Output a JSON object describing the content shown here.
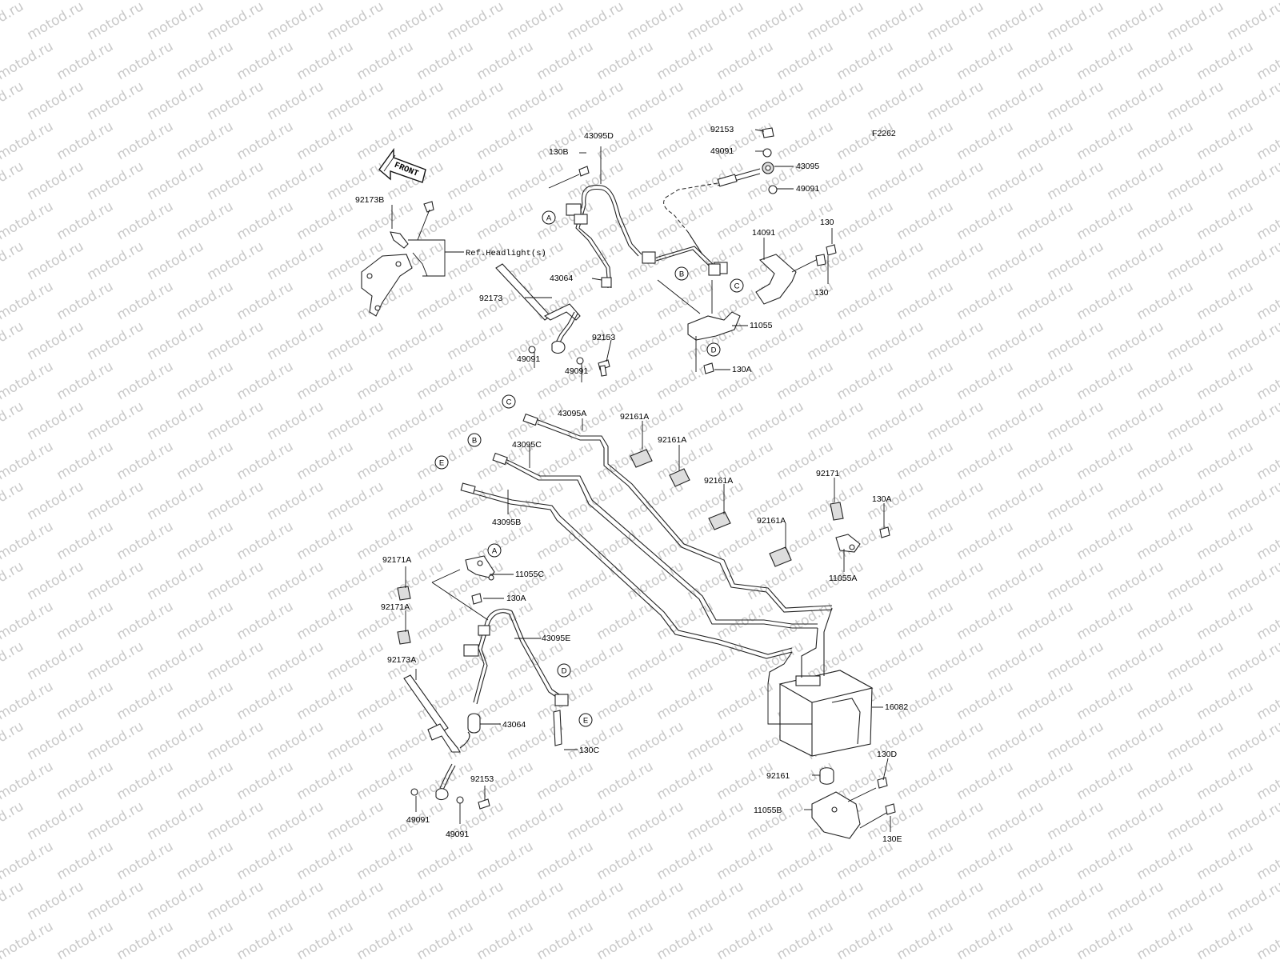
{
  "figure_code": "F2262",
  "front_label": "FRONT",
  "watermark": "motod.ru",
  "ref_note": "Ref.Headlight(s)",
  "callouts": [
    {
      "id": "c1",
      "text": "43095D"
    },
    {
      "id": "c2",
      "text": "130B"
    },
    {
      "id": "c3",
      "text": "92153"
    },
    {
      "id": "c4",
      "text": "49091"
    },
    {
      "id": "c5",
      "text": "43095"
    },
    {
      "id": "c6",
      "text": "49091"
    },
    {
      "id": "c7",
      "text": "92173B"
    },
    {
      "id": "c8",
      "text": "130"
    },
    {
      "id": "c9",
      "text": "14091"
    },
    {
      "id": "c10",
      "text": "130"
    },
    {
      "id": "c11",
      "text": "43064"
    },
    {
      "id": "c12",
      "text": "92173"
    },
    {
      "id": "c13",
      "text": "11055"
    },
    {
      "id": "c14",
      "text": "92153"
    },
    {
      "id": "c15",
      "text": "49091"
    },
    {
      "id": "c16",
      "text": "49091"
    },
    {
      "id": "c17",
      "text": "130A"
    },
    {
      "id": "c18",
      "text": "43095A"
    },
    {
      "id": "c19",
      "text": "92161A"
    },
    {
      "id": "c20",
      "text": "43095C"
    },
    {
      "id": "c21",
      "text": "92161A"
    },
    {
      "id": "c22",
      "text": "92161A"
    },
    {
      "id": "c23",
      "text": "92171"
    },
    {
      "id": "c24",
      "text": "130A"
    },
    {
      "id": "c25",
      "text": "43095B"
    },
    {
      "id": "c26",
      "text": "92161A"
    },
    {
      "id": "c27",
      "text": "11055A"
    },
    {
      "id": "c28",
      "text": "92171A"
    },
    {
      "id": "c29",
      "text": "11055C"
    },
    {
      "id": "c30",
      "text": "130A"
    },
    {
      "id": "c31",
      "text": "92171A"
    },
    {
      "id": "c32",
      "text": "43095E"
    },
    {
      "id": "c33",
      "text": "92173A"
    },
    {
      "id": "c34",
      "text": "16082"
    },
    {
      "id": "c35",
      "text": "43064"
    },
    {
      "id": "c36",
      "text": "130C"
    },
    {
      "id": "c37",
      "text": "130D"
    },
    {
      "id": "c38",
      "text": "92161"
    },
    {
      "id": "c39",
      "text": "92153"
    },
    {
      "id": "c40",
      "text": "11055B"
    },
    {
      "id": "c41",
      "text": "130E"
    },
    {
      "id": "c42",
      "text": "49091"
    },
    {
      "id": "c43",
      "text": "49091"
    }
  ],
  "markers": [
    {
      "id": "m1",
      "text": "A"
    },
    {
      "id": "m2",
      "text": "B"
    },
    {
      "id": "m3",
      "text": "C"
    },
    {
      "id": "m4",
      "text": "D"
    },
    {
      "id": "m5",
      "text": "C"
    },
    {
      "id": "m6",
      "text": "B"
    },
    {
      "id": "m7",
      "text": "E"
    },
    {
      "id": "m8",
      "text": "A"
    },
    {
      "id": "m9",
      "text": "D"
    },
    {
      "id": "m10",
      "text": "E"
    }
  ]
}
